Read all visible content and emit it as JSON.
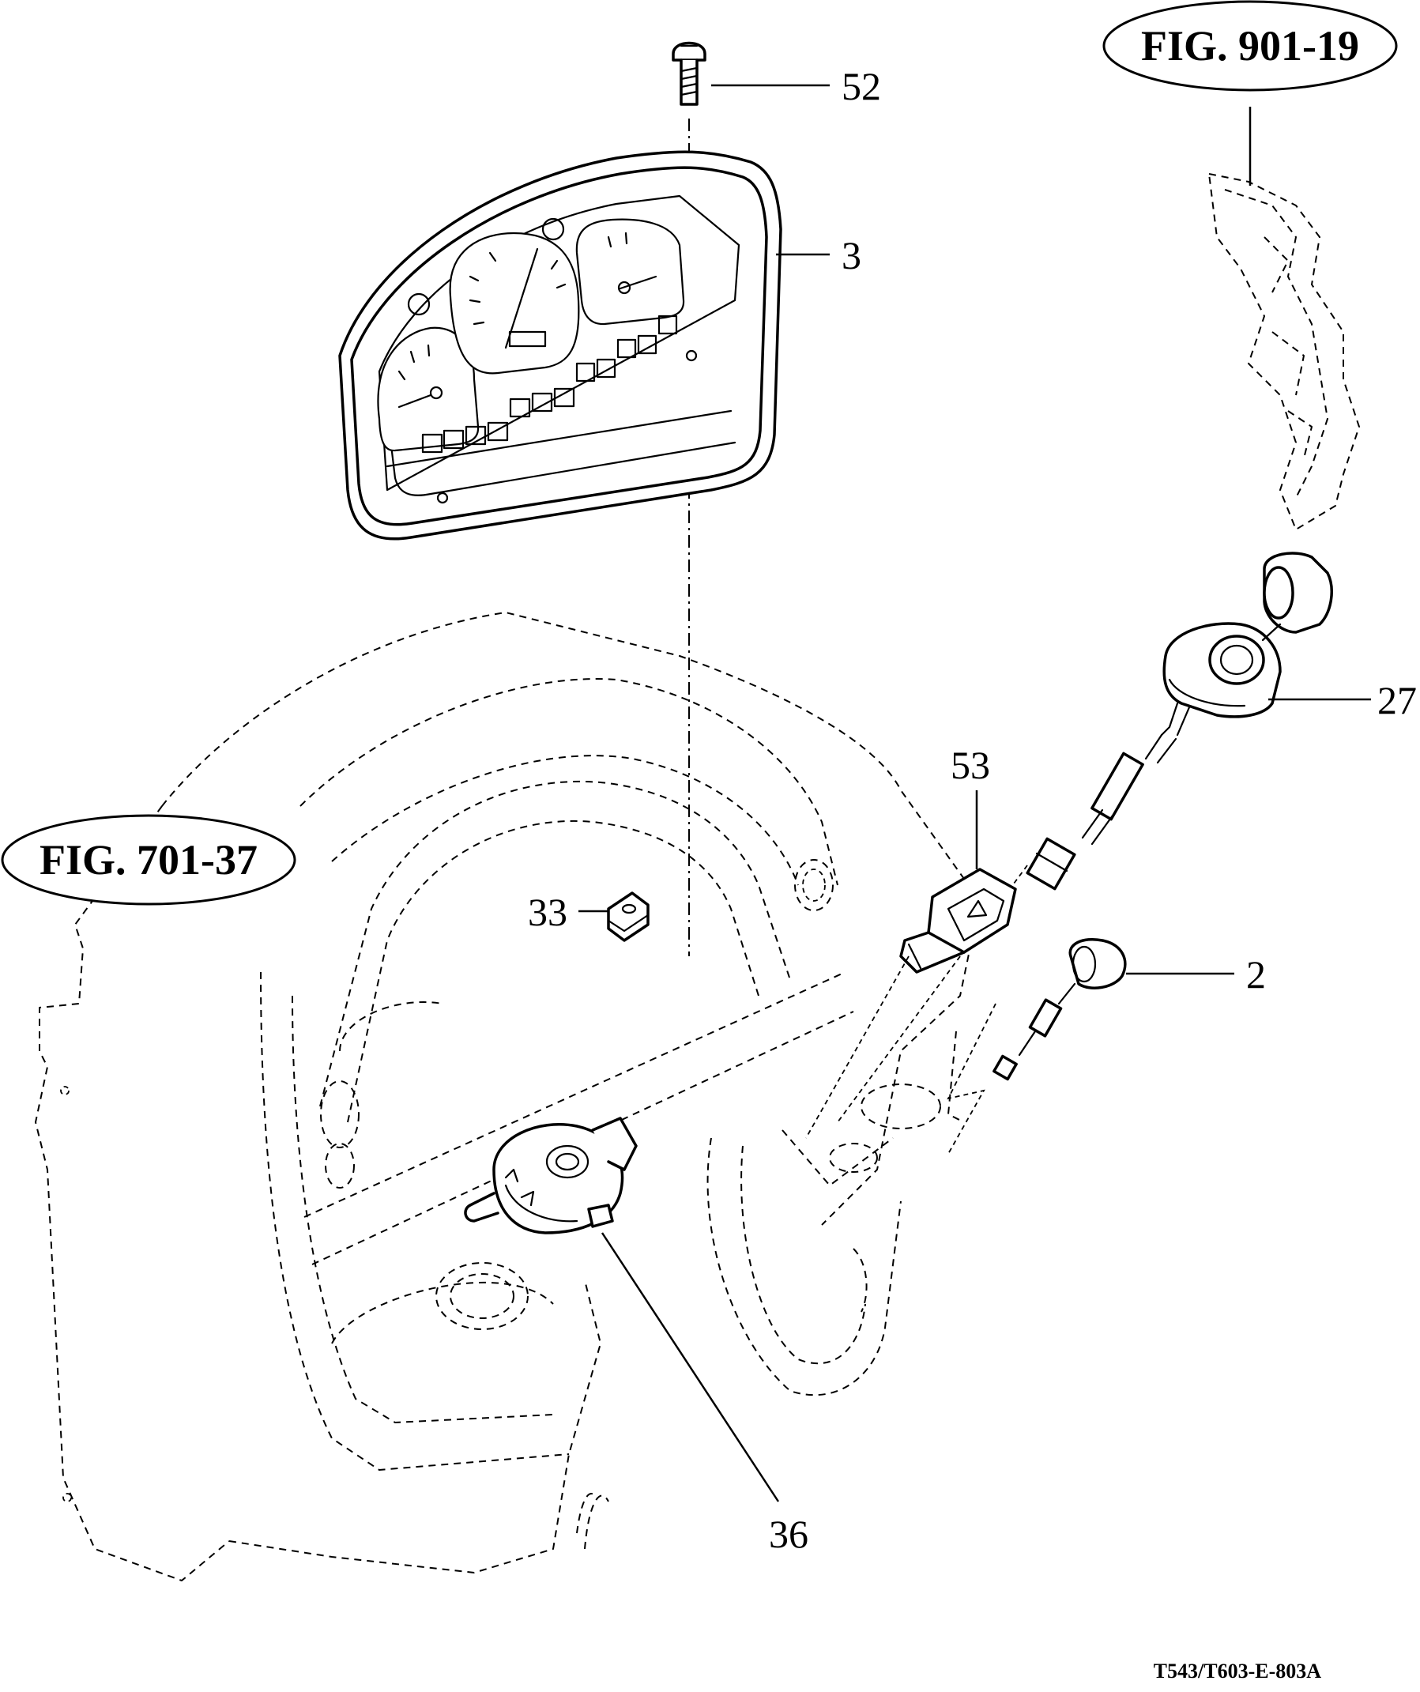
{
  "figure_refs": {
    "top_right": "FIG. 901-19",
    "left": "FIG. 701-37"
  },
  "callouts": {
    "c52": "52",
    "c3": "3",
    "c27": "27",
    "c53": "53",
    "c33": "33",
    "c2": "2",
    "c36": "36"
  },
  "drawing_code": "T543/T603-E-803A",
  "icons": {
    "screw": "bolt-icon",
    "instrument_cluster": "instrument-cluster-icon",
    "starter_switch": "starter-switch-icon",
    "hazard_switch": "hazard-switch-icon",
    "nut": "clip-nut-icon",
    "key_switch": "key-switch-icon",
    "combination_switch": "combination-switch-icon"
  }
}
